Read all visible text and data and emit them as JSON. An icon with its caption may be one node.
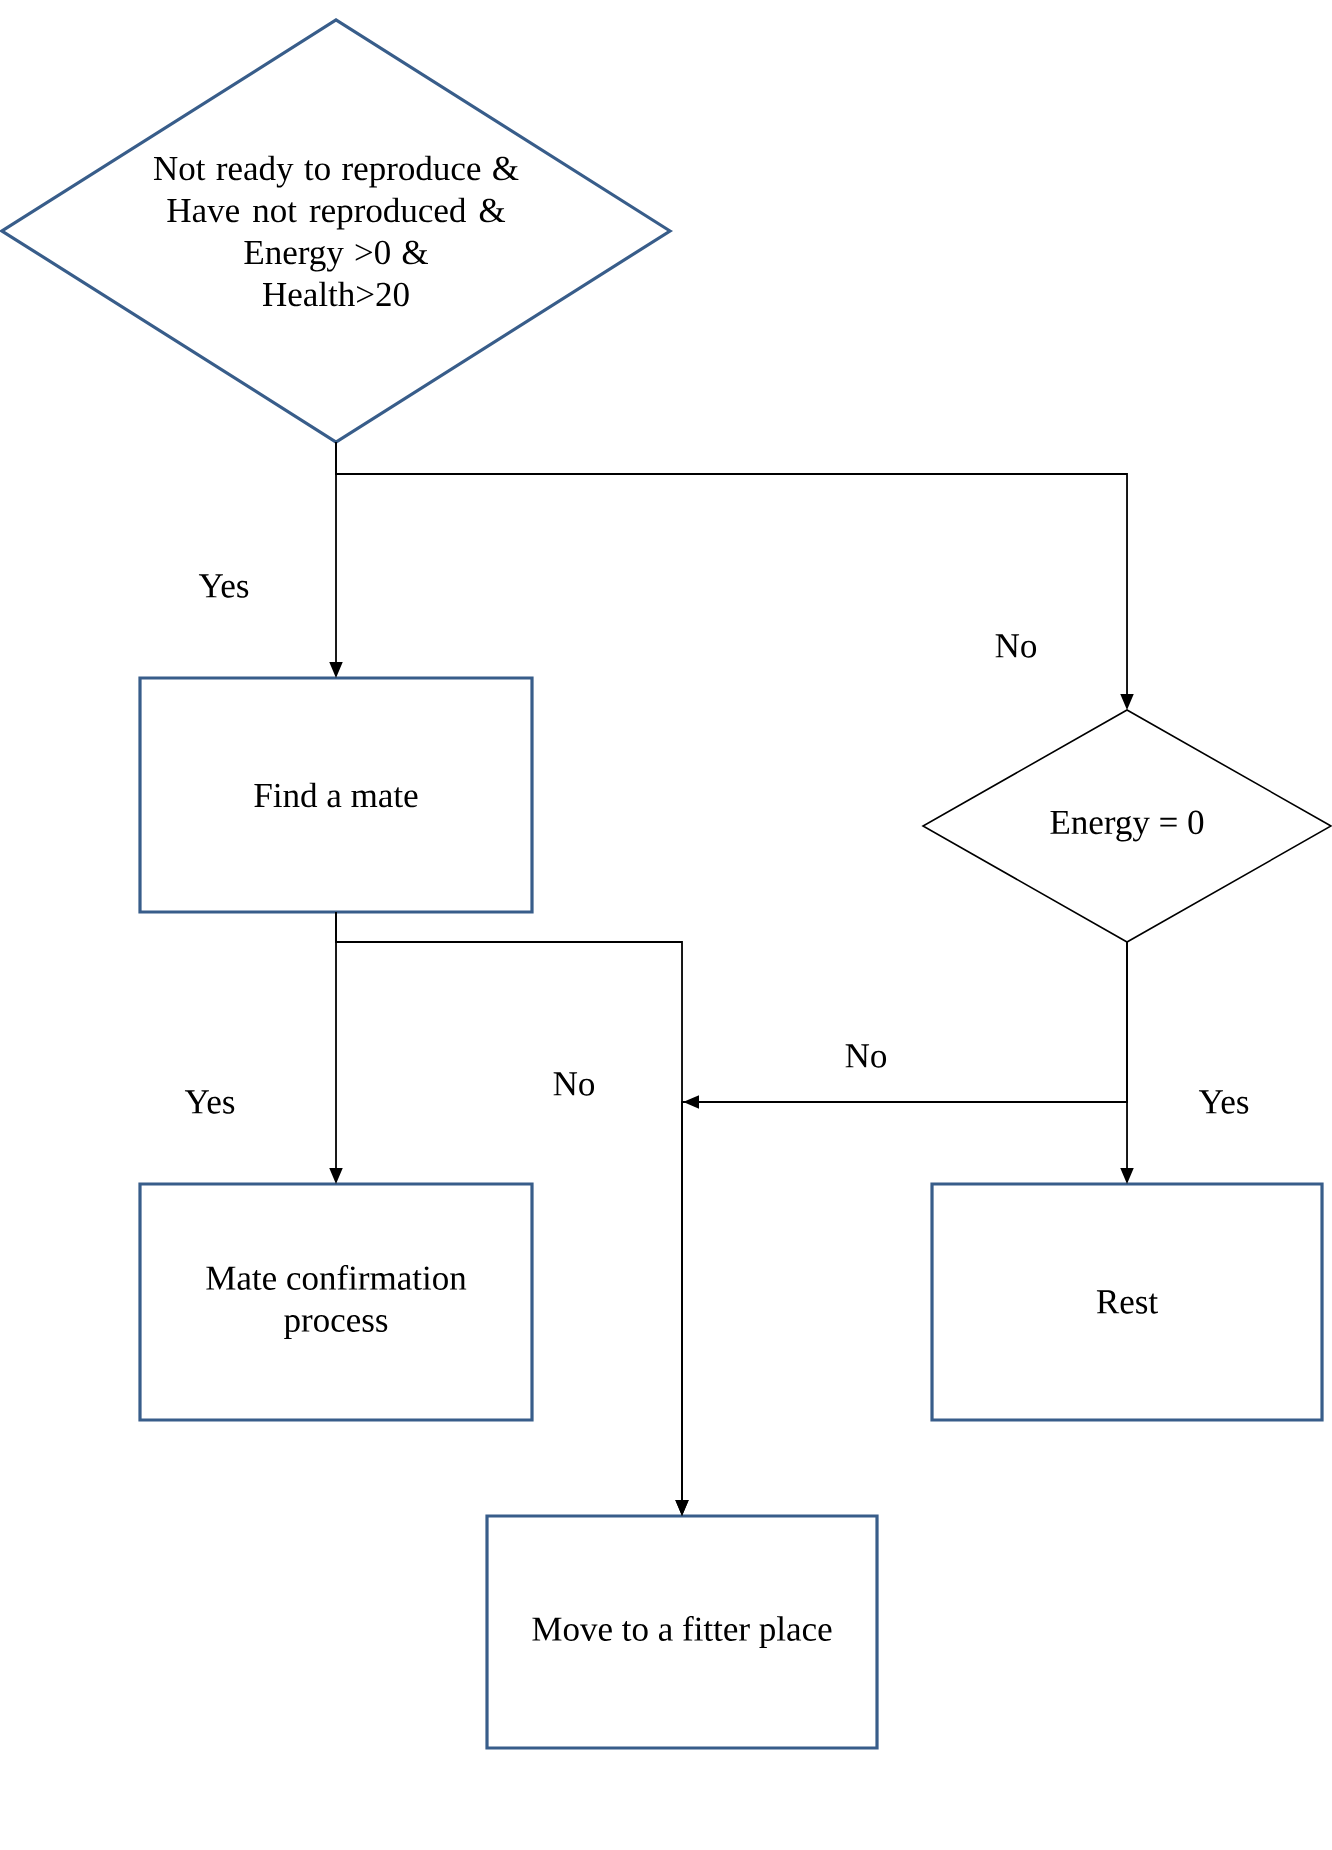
{
  "diagram": {
    "nodes": [
      {
        "text": [
          "Not ready to reproduce & Have not reproduced & Energy >0 & Health>20"
        ]
      },
      {
        "text": [
          "Find a mate"
        ]
      },
      {
        "text": [
          "Energy = 0"
        ]
      },
      {
        "text": [
          "Mate confirmation process"
        ]
      },
      {
        "text": [
          "Rest"
        ]
      },
      {
        "text": [
          "Move to a fitter place"
        ]
      }
    ],
    "edges": [
      {
        "from": 0,
        "to": 1,
        "arrow": "to",
        "label": "Yes"
      },
      {
        "from": 0,
        "to": 2,
        "arrow": "to",
        "label": "No"
      },
      {
        "from": 1,
        "to": 3,
        "arrow": "to",
        "label": "Yes"
      },
      {
        "from": 1,
        "to": 5,
        "arrow": "to",
        "label": "No"
      },
      {
        "from": 2,
        "to": 4,
        "arrow": "to",
        "label": "Yes"
      },
      {
        "from": 2,
        "to": 5,
        "arrow": "to",
        "label": "No"
      }
    ]
  }
}
